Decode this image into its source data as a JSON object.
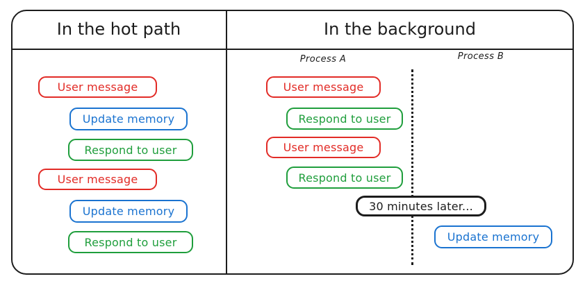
{
  "diagram": {
    "columns": [
      {
        "id": "hot-path",
        "title": "In the hot path"
      },
      {
        "id": "background",
        "title": "In the background"
      }
    ],
    "process_labels": [
      {
        "id": "process-a",
        "text": "Process A"
      },
      {
        "id": "process-b",
        "text": "Process B"
      }
    ],
    "colors": {
      "user_message": "#e22b26",
      "update_memory": "#1a73d0",
      "respond_to_user": "#1f9e3c",
      "note": "#1c1c1c",
      "frame": "#1c1c1c"
    },
    "hot_path_steps": [
      {
        "label": "User message",
        "color": "red"
      },
      {
        "label": "Update memory",
        "color": "blue"
      },
      {
        "label": "Respond to user",
        "color": "green"
      },
      {
        "label": "User message",
        "color": "red"
      },
      {
        "label": "Update memory",
        "color": "blue"
      },
      {
        "label": "Respond to user",
        "color": "green"
      }
    ],
    "process_a_steps": [
      {
        "label": "User message",
        "color": "red"
      },
      {
        "label": "Respond to user",
        "color": "green"
      },
      {
        "label": "User message",
        "color": "red"
      },
      {
        "label": "Respond to user",
        "color": "green"
      }
    ],
    "time_note": {
      "label": "30 minutes later...",
      "color": "black"
    },
    "process_b_steps": [
      {
        "label": "Update memory",
        "color": "blue"
      }
    ]
  }
}
